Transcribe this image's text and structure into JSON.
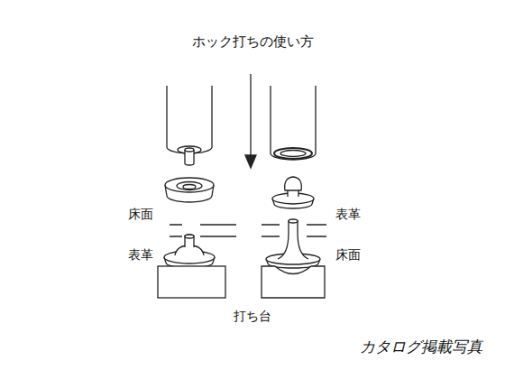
{
  "diagram": {
    "title": "ホック打ちの使い方",
    "labels": [
      "床面",
      "表革",
      "表革",
      "床面",
      "打ち台",
      "カタログ掲載写真"
    ]
  }
}
